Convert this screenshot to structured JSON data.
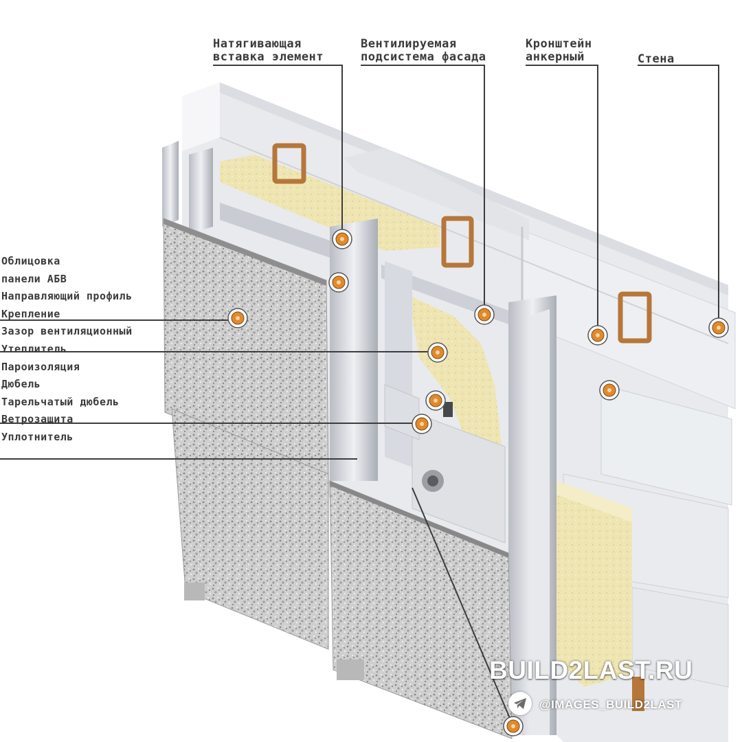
{
  "labels_top": [
    {
      "line1": "Натягивающая",
      "line2": "вставка элемент"
    },
    {
      "line1": "Вентилируемая",
      "line2": "подсистема фасада"
    },
    {
      "line1": "Кронштейн",
      "line2": "анкерный"
    },
    {
      "line1": "Стена",
      "line2": ""
    }
  ],
  "labels_left": [
    "Облицовка",
    "панели АБВ",
    "Направляющий профиль",
    "Крепление",
    "Зазор вентиляционный",
    "Утеплитель",
    "Пароизоляция",
    "Дюбель",
    "Тарельчатый дюбель",
    "Ветрозащита",
    "Уплотнитель"
  ],
  "watermark": {
    "site": "BUILD2LAST.RU",
    "handle": "@IMAGES_BUILD2LAST",
    "icon": "telegram-icon"
  },
  "colors": {
    "marker_fill": "#e08a2c",
    "marker_ring": "#ffffff",
    "leader_line": "#3c3c3c",
    "insulation": "#efe7b8",
    "stone_panel": "#c9c9c9",
    "wall_block": "#eeeff3",
    "metal": "#cfd2d8",
    "bracket": "#b87838"
  }
}
